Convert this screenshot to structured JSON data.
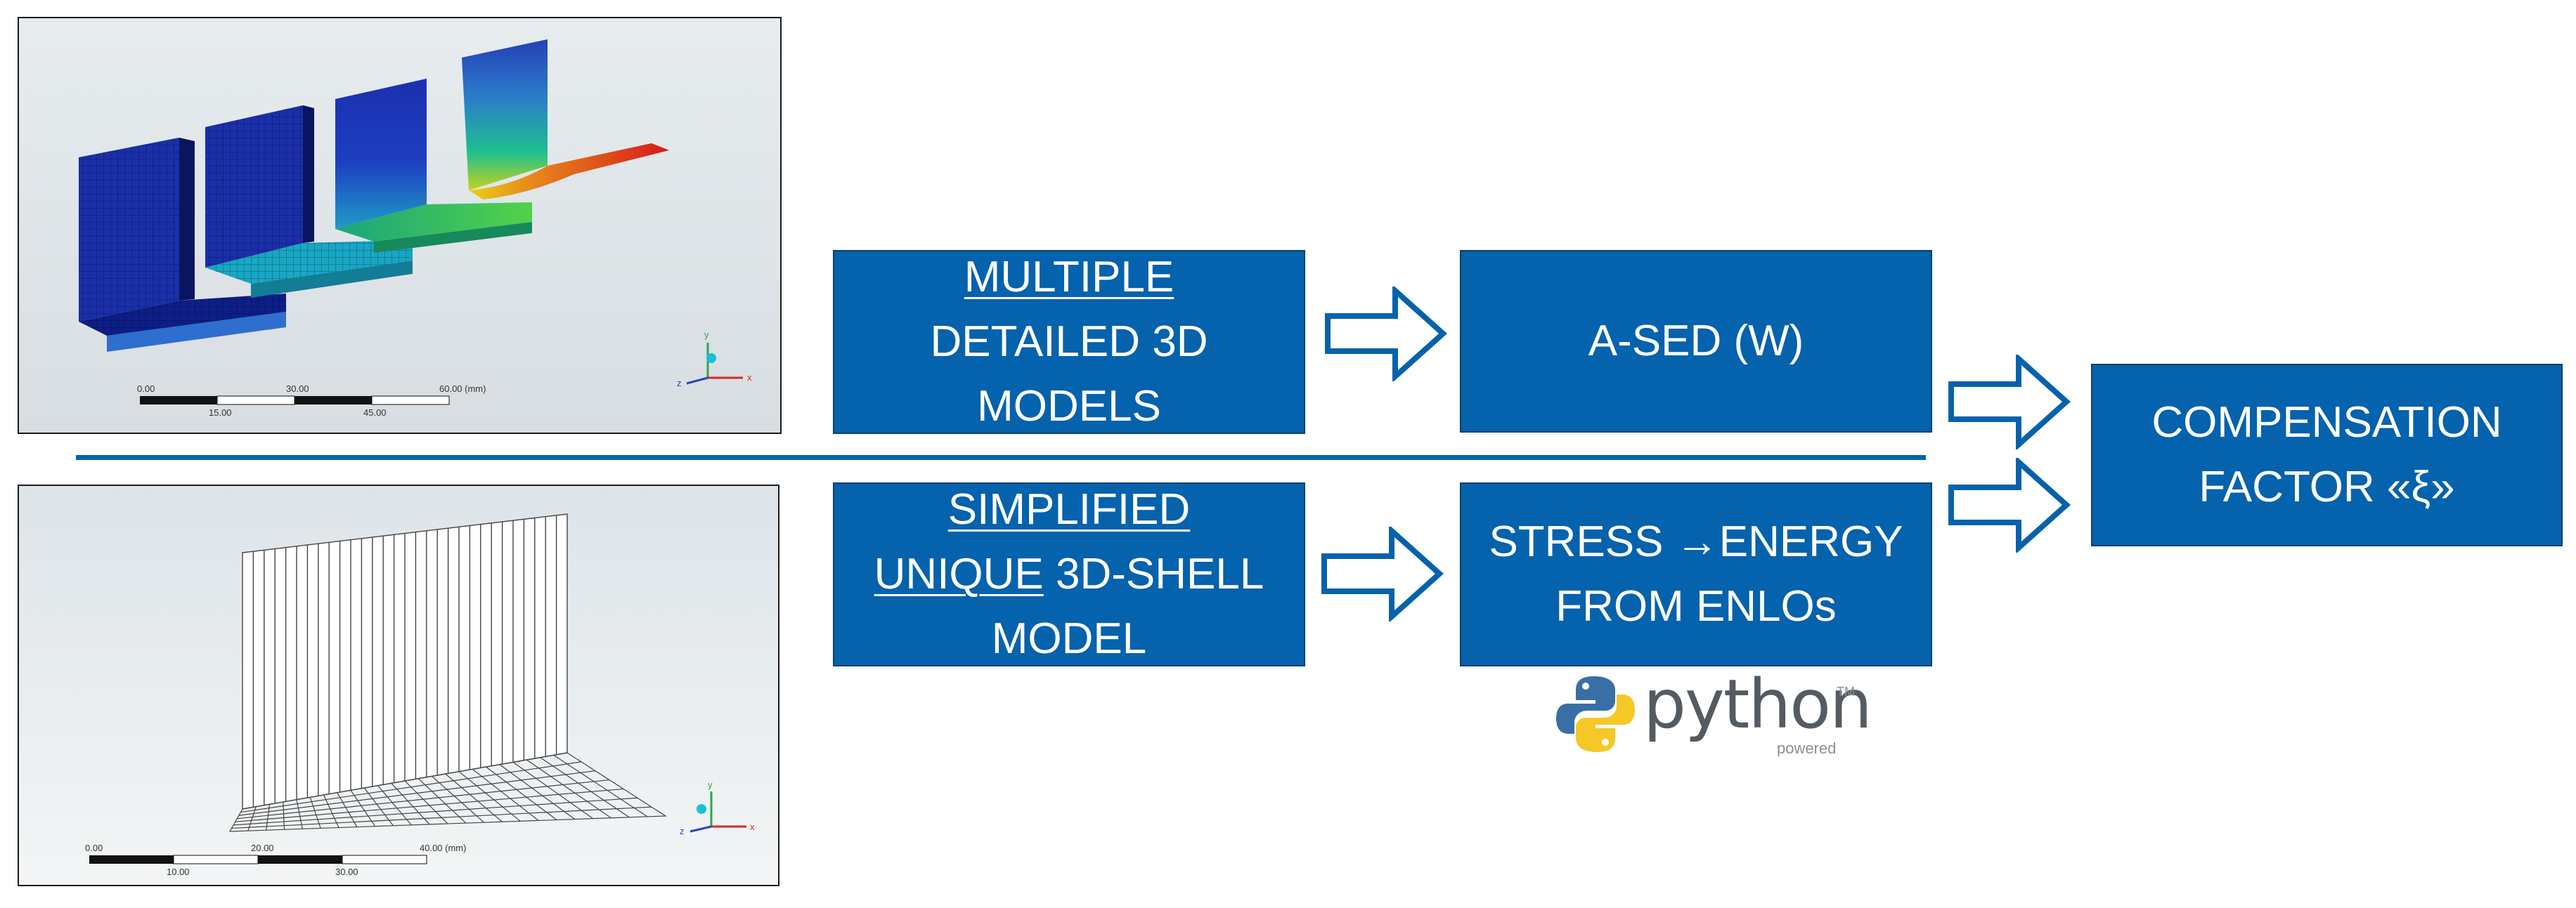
{
  "top_model": {
    "scale_labels_top": [
      "0.00",
      "30.00",
      "60.00 (mm)"
    ],
    "scale_labels_bottom": [
      "15.00",
      "45.00"
    ]
  },
  "bottom_model": {
    "scale_labels_top": [
      "0.00",
      "20.00",
      "40.00 (mm)"
    ],
    "scale_labels_bottom": [
      "10.00",
      "30.00"
    ]
  },
  "axis_labels": {
    "y": "y",
    "x": "x",
    "z": "z"
  },
  "boxes": {
    "multiple": {
      "line1_underlined": "MULTIPLE",
      "line2": "DETAILED 3D",
      "line3": "MODELS"
    },
    "ased": {
      "text": "A-SED (W)"
    },
    "simplified": {
      "line1_underlined": "SIMPLIFIED",
      "line2_underlined": "UNIQUE",
      "line2_rest": " 3D-SHELL",
      "line3": "MODEL"
    },
    "stress": {
      "line1": "STRESS →ENERGY",
      "line2": "FROM ENLOs"
    },
    "compensation": {
      "line1": "COMPENSATION",
      "line2": "FACTOR  «ξ»"
    }
  },
  "python_logo": {
    "word": "python",
    "sub": "powered",
    "tm": "TM"
  },
  "colors": {
    "box_fill": "#0562ac",
    "divider": "#0562ac",
    "arrow_stroke": "#0562ac"
  }
}
